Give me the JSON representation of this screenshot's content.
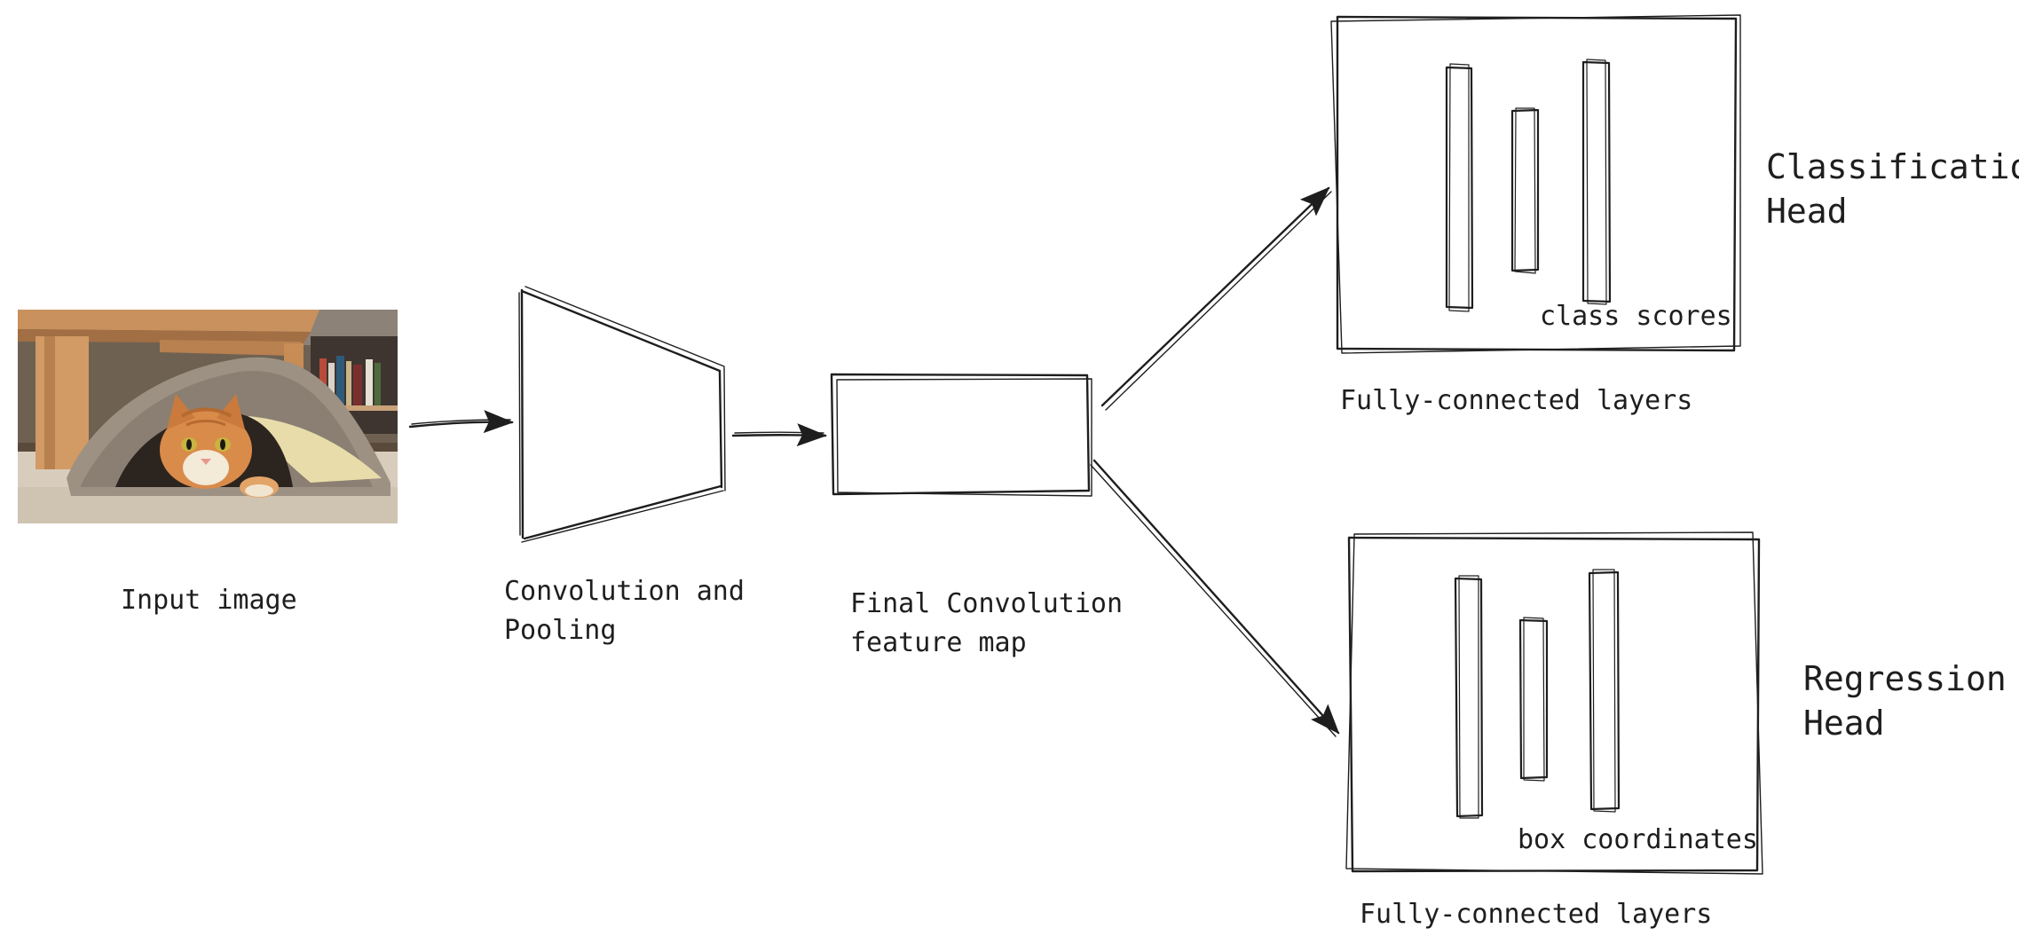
{
  "labels": {
    "input_image": "Input image",
    "conv_pool": "Convolution and\nPooling",
    "final_conv": "Final Convolution\nfeature map",
    "fc_top": "Fully-connected layers",
    "fc_bottom": "Fully-connected layers",
    "class_scores": "class scores",
    "box_coordinates": "box coordinates",
    "classification_head": "Classification\nHead",
    "regression_head": "Regression\nHead"
  },
  "colors": {
    "stroke": "#1e1e1e",
    "background": "#ffffff"
  },
  "input_photo": {
    "subject": "orange tabby cat peeking out from under a burlap sack beneath a wooden table"
  }
}
